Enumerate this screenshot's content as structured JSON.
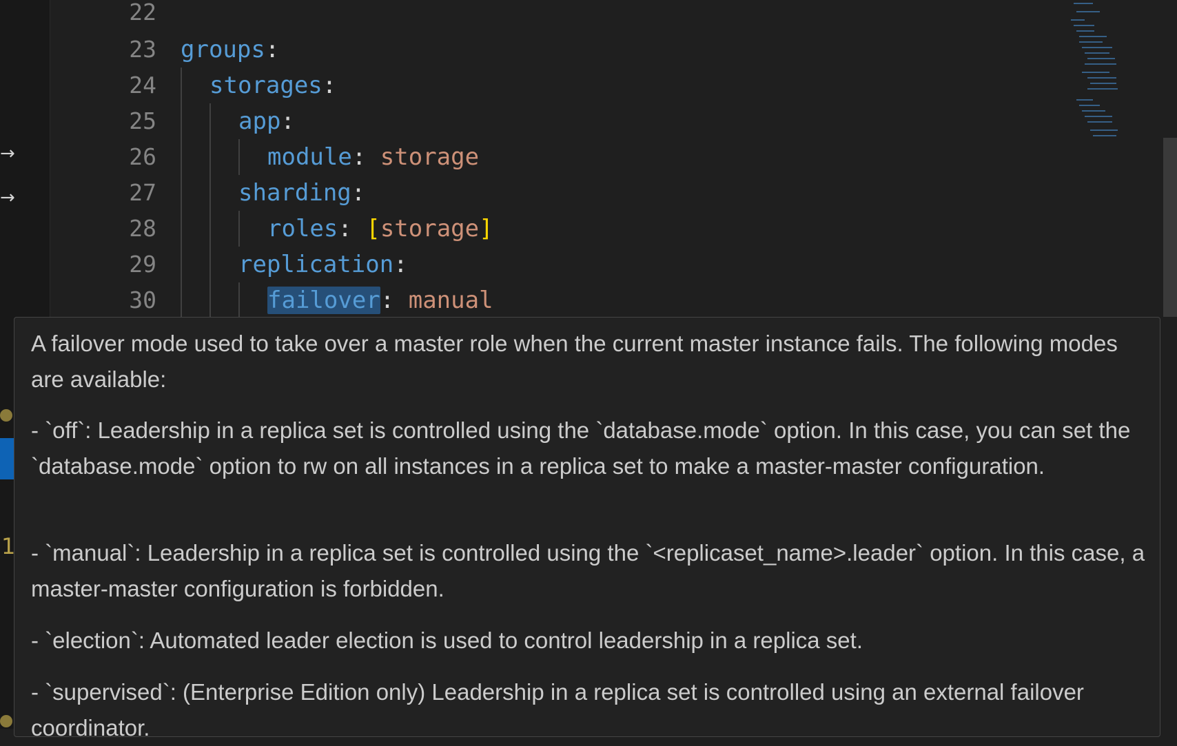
{
  "editor": {
    "lines": [
      {
        "num": "22"
      },
      {
        "num": "23",
        "key": "groups"
      },
      {
        "num": "24",
        "key": "storages"
      },
      {
        "num": "25",
        "key": "app"
      },
      {
        "num": "26",
        "key": "module",
        "value": "storage"
      },
      {
        "num": "27",
        "key": "sharding"
      },
      {
        "num": "28",
        "key": "roles",
        "open": "[",
        "value": "storage",
        "close": "]"
      },
      {
        "num": "29",
        "key": "replication"
      },
      {
        "num": "30",
        "key": "failover",
        "value": "manual"
      }
    ],
    "colon": ":"
  },
  "hover": {
    "paragraphs": [
      "A failover mode used to take over a master role when the current master instance fails. The following modes are available:",
      "- `off`: Leadership in a replica set is controlled using the `database.mode` option. In this case, you can set the `database.mode` option to rw on all instances in a replica set to make a master-master configuration.",
      "- `manual`: Leadership in a replica set is controlled using the `<replicaset_name>.leader` option. In this case, a master-master configuration is forbidden.",
      "- `election`: Automated leader election is used to control leadership in a replica set.",
      "- `supervised`: (Enterprise Edition only) Leadership in a replica set is controlled using an external failover coordinator."
    ]
  },
  "gutter": {
    "arrow_icon": "arrow-right-icon",
    "badge_text": "1"
  },
  "colors": {
    "background": "#1f1f1f",
    "key": "#569cd6",
    "string": "#ce9178",
    "bracket": "#ffd700",
    "line_number": "#858585",
    "selection": "#264f78"
  }
}
